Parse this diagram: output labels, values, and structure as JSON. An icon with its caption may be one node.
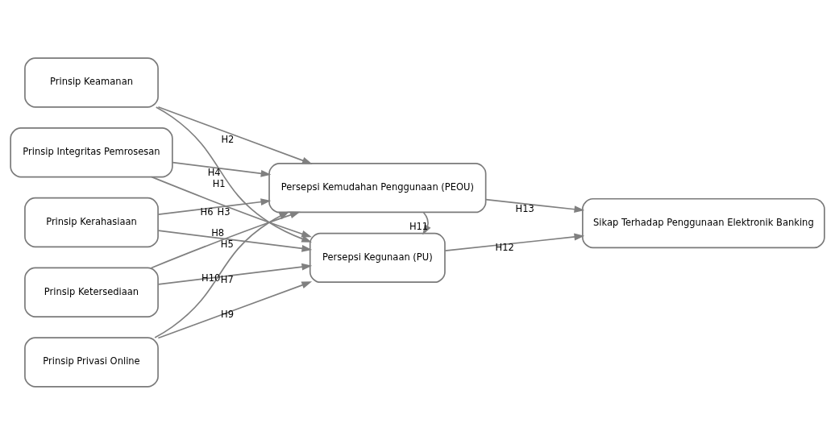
{
  "diagram": {
    "nodes": [
      {
        "text": [
          "Prinsip Keamanan"
        ]
      },
      {
        "text": [
          "Prinsip Integritas Pemrosesan"
        ]
      },
      {
        "text": [
          "Prinsip Kerahasiaan"
        ]
      },
      {
        "text": [
          "Prinsip Ketersediaan"
        ]
      },
      {
        "text": [
          "Prinsip Privasi Online"
        ]
      },
      {
        "text": [
          "Persepsi Kegunaan (PU)"
        ]
      },
      {
        "text": [
          "Persepsi Kemudahan Penggunaan (PEOU)"
        ]
      },
      {
        "text": [
          "Sikap Terhadap Penggunaan Elektronik Banking"
        ]
      }
    ],
    "edges": [
      {
        "from": 0,
        "to": 5,
        "arrow": "to",
        "label": "H1"
      },
      {
        "from": 0,
        "to": 6,
        "arrow": "to",
        "label": "H2"
      },
      {
        "from": 1,
        "to": 5,
        "arrow": "to",
        "label": "H3"
      },
      {
        "from": 1,
        "to": 6,
        "arrow": "to",
        "label": "H4"
      },
      {
        "from": 2,
        "to": 5,
        "arrow": "to",
        "label": "H5"
      },
      {
        "from": 2,
        "to": 6,
        "arrow": "to",
        "label": "H6"
      },
      {
        "from": 3,
        "to": 5,
        "arrow": "to",
        "label": "H7"
      },
      {
        "from": 3,
        "to": 6,
        "arrow": "to",
        "label": "H8"
      },
      {
        "from": 4,
        "to": 5,
        "arrow": "to",
        "label": "H9"
      },
      {
        "from": 4,
        "to": 6,
        "arrow": "to",
        "label": "H10"
      },
      {
        "from": 6,
        "to": 5,
        "arrow": "to",
        "label": "H11"
      },
      {
        "from": 5,
        "to": 7,
        "arrow": "to",
        "label": "H12"
      },
      {
        "from": 6,
        "to": 7,
        "arrow": "to",
        "label": "H13"
      }
    ]
  }
}
